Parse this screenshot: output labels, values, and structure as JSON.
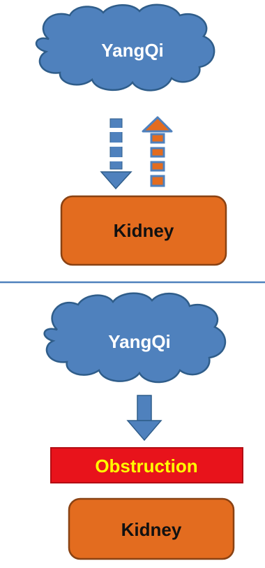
{
  "top_section": {
    "cloud_label": "YangQi",
    "kidney_label": "Kidney"
  },
  "bottom_section": {
    "cloud_label": "YangQi",
    "obstruction_label": "Obstruction",
    "kidney_label": "Kidney"
  },
  "colors": {
    "cloud_fill": "#4f81bd",
    "cloud_stroke": "#2f5d8a",
    "kidney_fill": "#e36c1f",
    "kidney_stroke": "#8a4213",
    "arrow_blue": "#4f81bd",
    "arrow_orange": "#e36c1f",
    "obstruction_fill": "#e8131b",
    "obstruction_text": "#ffff00",
    "divider": "#4f81bd"
  }
}
